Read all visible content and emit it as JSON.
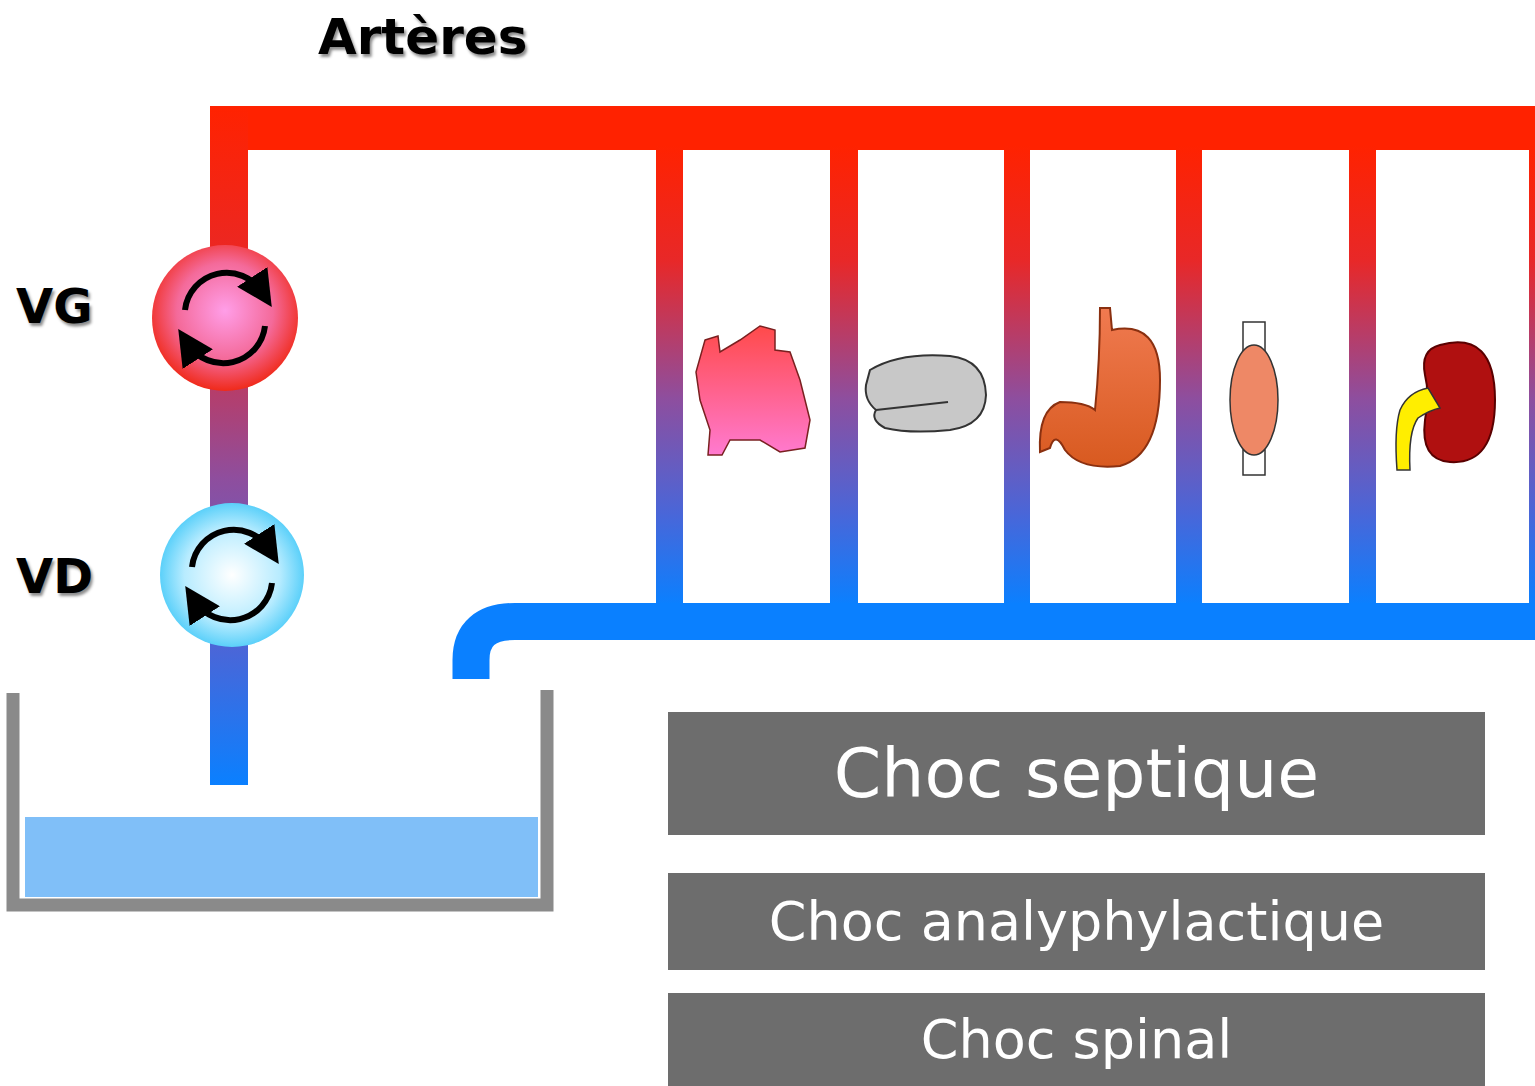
{
  "diagram": {
    "nodes": [
      {
        "text": [
          "Choc septique"
        ]
      },
      {
        "text": [
          "Choc analyphylactique"
        ]
      },
      {
        "text": [
          "Choc spinal"
        ]
      }
    ],
    "labels": [
      "Artères",
      "VG",
      "VD"
    ]
  }
}
